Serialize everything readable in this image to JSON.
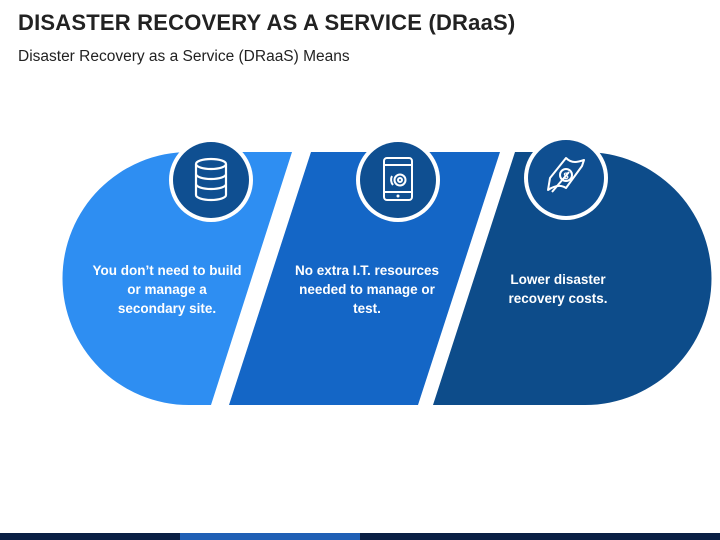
{
  "slide": {
    "title": "DISASTER RECOVERY AS A SERVICE (DRaaS)",
    "subtitle": "Disaster Recovery as a Service (DRaaS) Means"
  },
  "panels": [
    {
      "text": "You don’t need to build or manage a secondary site.",
      "color": "#2E8EF2",
      "icon": "database-icon"
    },
    {
      "text": "No extra I.T. resources needed to manage or test.",
      "color": "#1466C6",
      "icon": "tablet-settings-icon"
    },
    {
      "text": "Lower disaster recovery costs.",
      "color": "#0D4C8A",
      "icon": "money-icon"
    }
  ],
  "colors": {
    "icon_circle": "#0F4F91",
    "icon_ring": "#ffffff",
    "bottom_bar": [
      "#0A1F44",
      "#1F5FB5",
      "#0A1F44"
    ]
  }
}
